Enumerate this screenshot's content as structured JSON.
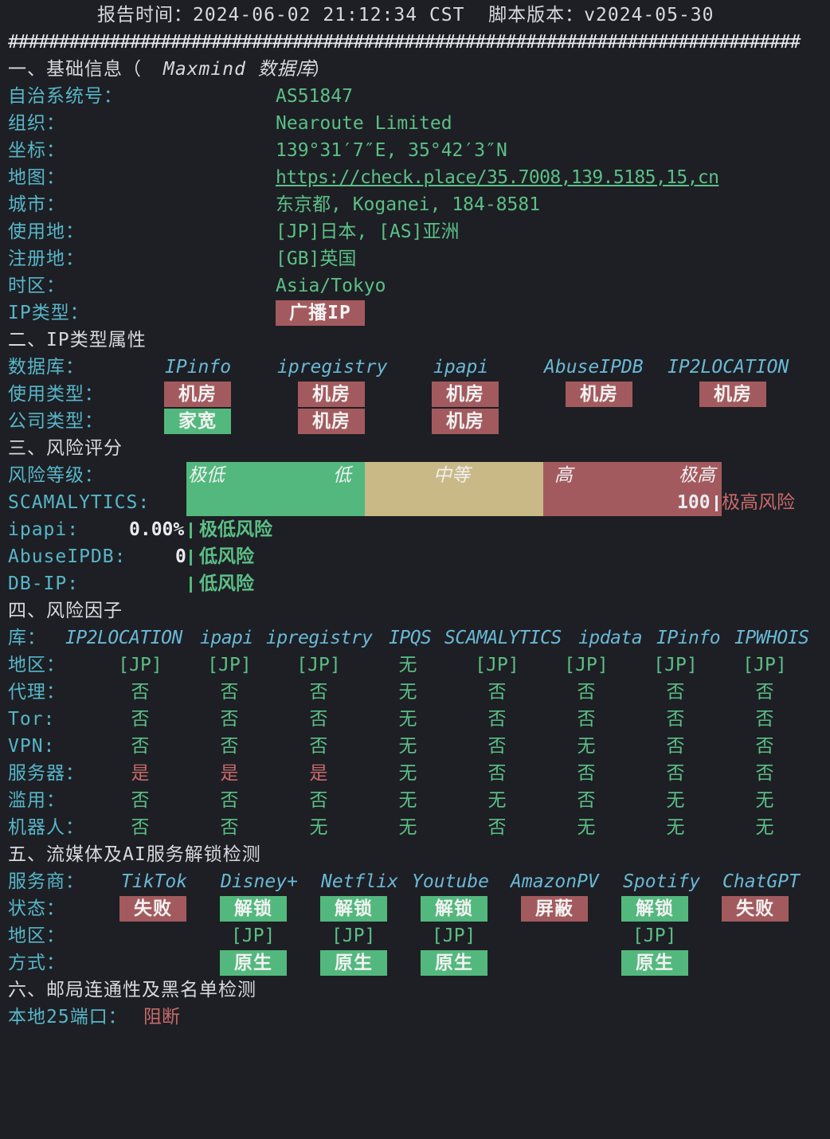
{
  "header": {
    "report_time": "报告时间：2024-06-02 21:12:34 CST  脚本版本：v2024-05-30",
    "separator": "##############################################################################"
  },
  "basic": {
    "title": "一、基础信息（",
    "title_db": "Maxmind 数据库",
    "title_end": "）",
    "rows": [
      {
        "label": "自治系统号：",
        "value": "AS51847"
      },
      {
        "label": "组织：",
        "value": "Nearoute Limited"
      },
      {
        "label": "坐标：",
        "value": "139°31′7″E, 35°42′3″N"
      },
      {
        "label": "地图：",
        "value": "https://check.place/35.7008,139.5185,15,cn"
      },
      {
        "label": "城市：",
        "value": "东京都, Koganei, 184-8581"
      },
      {
        "label": "使用地：",
        "value": "[JP]日本, [AS]亚洲"
      },
      {
        "label": "注册地：",
        "value": "[GB]英国"
      },
      {
        "label": "时区：",
        "value": "Asia/Tokyo"
      }
    ],
    "iptype_label": "IP类型：",
    "iptype_value": "广播IP"
  },
  "iptype": {
    "title": "二、IP类型属性",
    "db_label": "数据库：",
    "dbs": [
      "IPinfo",
      "ipregistry",
      "ipapi",
      "AbuseIPDB",
      "IP2LOCATION"
    ],
    "usage_label": "使用类型：",
    "usage": [
      "机房",
      "机房",
      "机房",
      "机房",
      "机房"
    ],
    "company_label": "公司类型：",
    "company": [
      "家宽",
      "机房",
      "机房"
    ]
  },
  "risk": {
    "title": "三、风险评分",
    "level_label": "风险等级：",
    "levels": [
      "极低",
      "低",
      "中等",
      "高",
      "极高"
    ],
    "scam_label": "SCAMALYTICS:",
    "scam_score": "100",
    "scam_text": "极高风险",
    "ipapi_label": "ipapi:",
    "ipapi_score": "0.00%",
    "ipapi_text": "极低风险",
    "abuse_label": "AbuseIPDB:",
    "abuse_score": "0",
    "abuse_text": "低风险",
    "dbip_label": "DB-IP:",
    "dbip_text": "低风险",
    "colors": {
      "green": "#53b87d",
      "tan": "#c9b986",
      "red": "#a35a5e"
    }
  },
  "factors": {
    "title": "四、风险因子",
    "lib_label": "库：",
    "libs": [
      "IP2LOCATION",
      "ipapi",
      "ipregistry",
      "IPQS",
      "SCAMALYTICS",
      "ipdata",
      "IPinfo",
      "IPWHOIS"
    ],
    "rows": [
      {
        "label": "地区：",
        "values": [
          "[JP]",
          "[JP]",
          "[JP]",
          "无",
          "[JP]",
          "[JP]",
          "[JP]",
          "[JP]"
        ]
      },
      {
        "label": "代理：",
        "values": [
          "否",
          "否",
          "否",
          "无",
          "否",
          "否",
          "否",
          "否"
        ]
      },
      {
        "label": "Tor:",
        "values": [
          "否",
          "否",
          "否",
          "无",
          "否",
          "否",
          "否",
          "否"
        ]
      },
      {
        "label": "VPN:",
        "values": [
          "否",
          "否",
          "否",
          "无",
          "否",
          "无",
          "否",
          "否"
        ]
      },
      {
        "label": "服务器：",
        "values": [
          "是",
          "是",
          "是",
          "无",
          "否",
          "否",
          "否",
          "否"
        ]
      },
      {
        "label": "滥用：",
        "values": [
          "否",
          "否",
          "否",
          "无",
          "无",
          "否",
          "无",
          "无"
        ]
      },
      {
        "label": "机器人：",
        "values": [
          "否",
          "否",
          "无",
          "无",
          "否",
          "无",
          "无",
          "无"
        ]
      }
    ]
  },
  "media": {
    "title": "五、流媒体及AI服务解锁检测",
    "svc_label": "服务商：",
    "services": [
      "TikTok",
      "Disney+",
      "Netflix",
      "Youtube",
      "AmazonPV",
      "Spotify",
      "ChatGPT"
    ],
    "status_label": "状态：",
    "status": [
      "失败",
      "解锁",
      "解锁",
      "解锁",
      "屏蔽",
      "解锁",
      "失败"
    ],
    "region_label": "地区：",
    "regions": [
      "",
      "[JP]",
      "[JP]",
      "[JP]",
      "",
      "[JP]",
      ""
    ],
    "mode_label": "方式：",
    "modes": [
      "",
      "原生",
      "原生",
      "原生",
      "",
      "原生",
      ""
    ]
  },
  "mail": {
    "title": "六、邮局连通性及黑名单检测",
    "port_label": "本地25端口：",
    "port_value": "阻断"
  }
}
